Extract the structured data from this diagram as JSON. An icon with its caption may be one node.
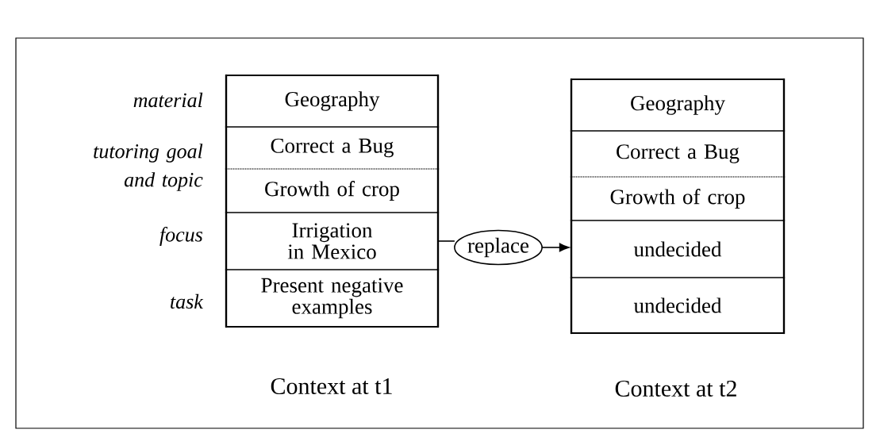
{
  "diagram": {
    "nodes": [
      {
        "text": [],
        "shape": "box"
      },
      {
        "text": [
          "Geography"
        ],
        "in": 0
      },
      {
        "text": [
          "Correct a Bug"
        ],
        "in": 0
      },
      {
        "text": [
          "Growth of crop"
        ],
        "in": 0
      },
      {
        "text": [
          "Irrigation in Mexico"
        ],
        "in": 0
      },
      {
        "text": [
          "Present negative examples"
        ],
        "in": 0
      },
      {
        "text": [
          "replace"
        ]
      },
      {
        "text": [],
        "shape": "box"
      },
      {
        "text": [
          "Geography"
        ],
        "in": 7
      },
      {
        "text": [
          "Correct a Bug"
        ],
        "in": 7
      },
      {
        "text": [
          "Growth of crop"
        ],
        "in": 7
      },
      {
        "text": [
          "undecided"
        ],
        "in": 7
      },
      {
        "text": [
          "undecided"
        ],
        "in": 7
      }
    ],
    "edges": [
      {
        "from": 4,
        "to": 6,
        "arrow": "none"
      },
      {
        "from": 6,
        "to": 11,
        "arrow": "to"
      }
    ],
    "labels": [
      "material",
      "tutoring goal and topic",
      "focus",
      "task",
      "Context at t1",
      "Context at t2"
    ]
  }
}
